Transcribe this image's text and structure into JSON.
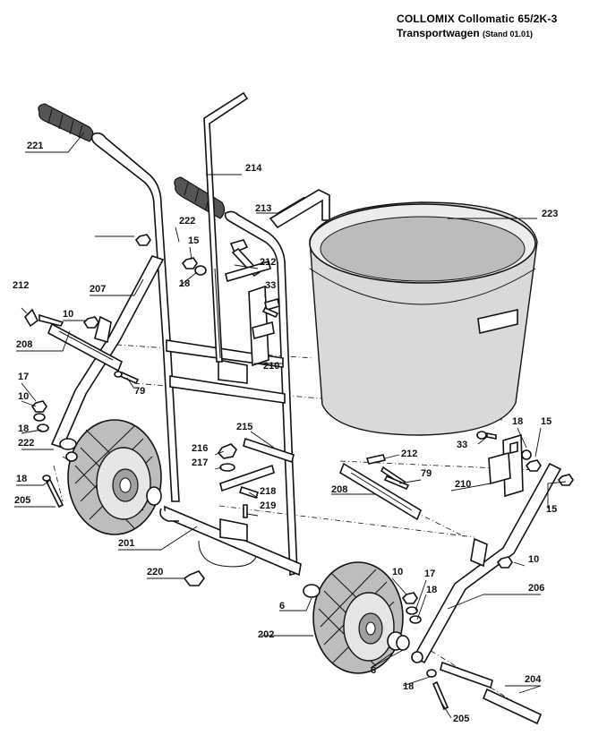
{
  "header": {
    "brand": "COLLOMIX",
    "model": "Collomatic 65/2K-3",
    "subtitle": "Transportwagen",
    "stand": "(Stand 01.01)"
  },
  "labels": [
    "221",
    "214",
    "213",
    "223",
    "222",
    "15",
    "212",
    "18",
    "207",
    "212",
    "33",
    "10",
    "208",
    "210",
    "79",
    "17",
    "10",
    "18",
    "222",
    "215",
    "216",
    "217",
    "18",
    "15",
    "33",
    "212",
    "79",
    "208",
    "210",
    "15",
    "18",
    "205",
    "218",
    "219",
    "201",
    "10",
    "220",
    "10",
    "17",
    "18",
    "206",
    "6",
    "202",
    "6",
    "18",
    "204",
    "205"
  ]
}
